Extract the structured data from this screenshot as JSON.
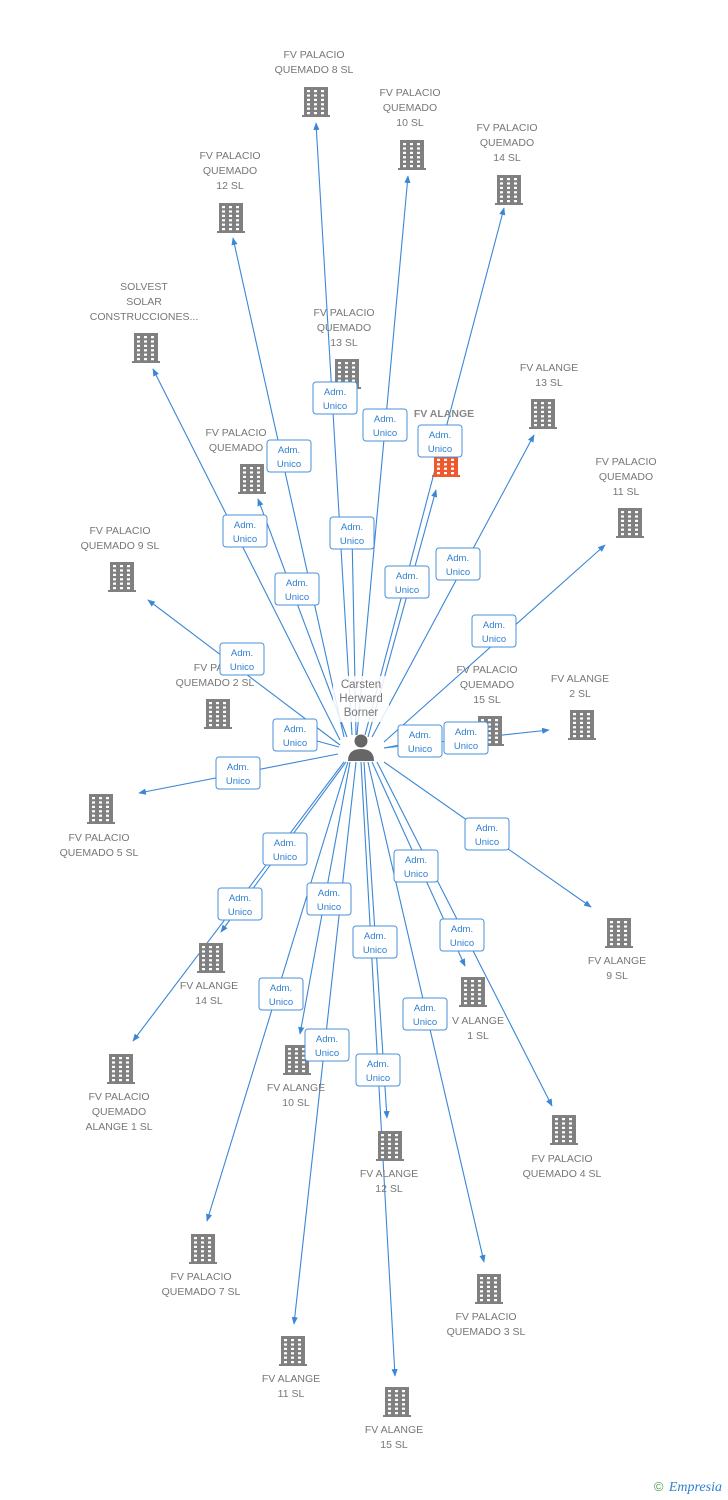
{
  "colors": {
    "edge": "#3b87d6",
    "building": "#808080",
    "building_highlight": "#ee5a2e",
    "person": "#666666",
    "badge": "#2f7fd1"
  },
  "person": {
    "lines": [
      "Carsten",
      "Herward",
      "Borner"
    ],
    "icon": "person-icon"
  },
  "badge_lines": [
    "Adm.",
    "Unico"
  ],
  "companies": [
    {
      "id": "palacio-8",
      "lines": [
        "FV PALACIO",
        "QUEMADO 8 SL"
      ],
      "icon": "building-icon"
    },
    {
      "id": "palacio-10",
      "lines": [
        "FV PALACIO",
        "QUEMADO",
        "10 SL"
      ],
      "icon": "building-icon"
    },
    {
      "id": "palacio-14",
      "lines": [
        "FV PALACIO",
        "QUEMADO",
        "14 SL"
      ],
      "icon": "building-icon"
    },
    {
      "id": "palacio-12",
      "lines": [
        "FV PALACIO",
        "QUEMADO",
        "12 SL"
      ],
      "icon": "building-icon"
    },
    {
      "id": "solvest",
      "lines": [
        "SOLVEST",
        "SOLAR",
        "CONSTRUCCIONES..."
      ],
      "icon": "building-icon"
    },
    {
      "id": "palacio-13",
      "lines": [
        "FV PALACIO",
        "QUEMADO",
        "13 SL"
      ],
      "icon": "building-icon"
    },
    {
      "id": "fv-alange",
      "lines": [
        "FV ALANGE"
      ],
      "main": true,
      "icon": "building-icon"
    },
    {
      "id": "alange-13",
      "lines": [
        "FV ALANGE",
        "13 SL"
      ],
      "icon": "building-icon"
    },
    {
      "id": "palacio-6",
      "lines": [
        "FV PALACIO",
        "QUEMADO"
      ],
      "icon": "building-icon"
    },
    {
      "id": "palacio-11",
      "lines": [
        "FV PALACIO",
        "QUEMADO",
        "11 SL"
      ],
      "icon": "building-icon"
    },
    {
      "id": "palacio-9",
      "lines": [
        "FV PALACIO",
        "QUEMADO 9 SL"
      ],
      "icon": "building-icon"
    },
    {
      "id": "palacio-2",
      "lines": [
        "FV PALA",
        "QUEMADO 2 SL"
      ],
      "icon": "building-icon"
    },
    {
      "id": "palacio-15",
      "lines": [
        "FV PALACIO",
        "QUEMADO",
        "15 SL"
      ],
      "icon": "building-icon"
    },
    {
      "id": "alange-2",
      "lines": [
        "FV ALANGE",
        "2 SL"
      ],
      "icon": "building-icon"
    },
    {
      "id": "palacio-5",
      "lines": [
        "FV PALACIO",
        "QUEMADO 5 SL"
      ],
      "icon": "building-icon"
    },
    {
      "id": "alange-9",
      "lines": [
        "FV ALANGE",
        "9 SL"
      ],
      "icon": "building-icon"
    },
    {
      "id": "alange-14",
      "lines": [
        "FV ALANGE",
        "14 SL"
      ],
      "icon": "building-icon"
    },
    {
      "id": "alange-1",
      "lines": [
        "V ALANGE",
        "1 SL"
      ],
      "icon": "building-icon"
    },
    {
      "id": "palacio-alange-1",
      "lines": [
        "FV PALACIO",
        "QUEMADO",
        "ALANGE 1 SL"
      ],
      "icon": "building-icon"
    },
    {
      "id": "alange-10",
      "lines": [
        "FV ALANGE",
        "10 SL"
      ],
      "icon": "building-icon"
    },
    {
      "id": "palacio-4",
      "lines": [
        "FV PALACIO",
        "QUEMADO 4 SL"
      ],
      "icon": "building-icon"
    },
    {
      "id": "alange-12",
      "lines": [
        "FV ALANGE",
        "12 SL"
      ],
      "icon": "building-icon"
    },
    {
      "id": "palacio-7",
      "lines": [
        "FV PALACIO",
        "QUEMADO 7 SL"
      ],
      "icon": "building-icon"
    },
    {
      "id": "palacio-3",
      "lines": [
        "FV PALACIO",
        "QUEMADO 3 SL"
      ],
      "icon": "building-icon"
    },
    {
      "id": "alange-11",
      "lines": [
        "FV ALANGE",
        "11 SL"
      ],
      "icon": "building-icon"
    },
    {
      "id": "alange-15",
      "lines": [
        "FV ALANGE",
        "15 SL"
      ],
      "icon": "building-icon"
    }
  ],
  "footer": {
    "copyright": "©",
    "brand": "Empresia"
  }
}
